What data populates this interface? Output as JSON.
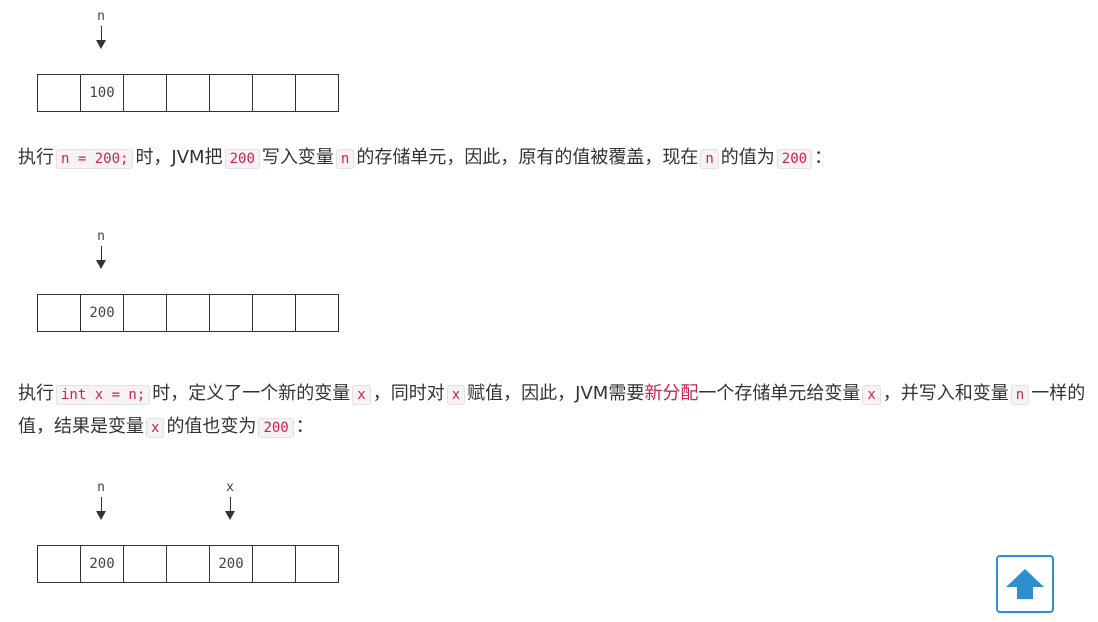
{
  "diagram1": {
    "cells": [
      "",
      "100",
      "",
      "",
      "",
      "",
      ""
    ],
    "pointers": [
      {
        "label": "n",
        "cell": 1
      }
    ]
  },
  "para1": {
    "t1": "执行",
    "c1": "n = 200;",
    "t2": "时，JVM把",
    "c2": "200",
    "t3": "写入变量",
    "c3": "n",
    "t4": "的存储单元，因此，原有的值被覆盖，现在",
    "c4": "n",
    "t5": "的值为",
    "c5": "200",
    "t6": "："
  },
  "diagram2": {
    "cells": [
      "",
      "200",
      "",
      "",
      "",
      "",
      ""
    ],
    "pointers": [
      {
        "label": "n",
        "cell": 1
      }
    ]
  },
  "para2": {
    "t1": "执行",
    "c1": "int x = n;",
    "t2": "时，定义了一个新的变量",
    "c2": "x",
    "t3": "，同时对",
    "c3": "x",
    "t4": "赋值，因此，JVM需要",
    "hl": "新分配",
    "t5": "一个存储单元给变量",
    "c4": "x",
    "t6": "，并写入和变量",
    "c5": "n",
    "t7": "一样的值，结果是变量",
    "c6": "x",
    "t8": "的值也变为",
    "c7": "200",
    "t9": "："
  },
  "diagram3": {
    "cells": [
      "",
      "200",
      "",
      "",
      "200",
      "",
      ""
    ],
    "pointers": [
      {
        "label": "n",
        "cell": 1
      },
      {
        "label": "x",
        "cell": 4
      }
    ]
  },
  "back_to_top": {
    "icon": "arrow-up-icon",
    "color": "#2e8fcf"
  }
}
